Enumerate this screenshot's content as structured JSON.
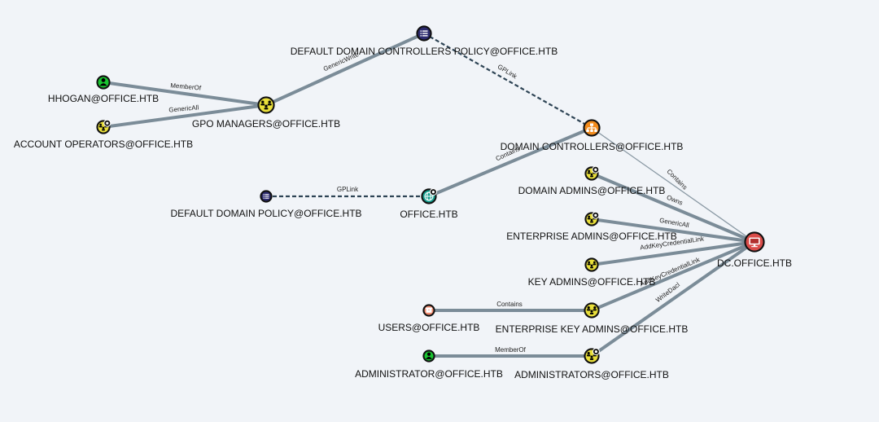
{
  "colors": {
    "background": "#f1f4f8",
    "user": "#18c52f",
    "group": "#e9df3a",
    "gpo": "#2c2a6e",
    "ou": "#139e8e",
    "computer": "#e8716e",
    "container": "#f28b6f",
    "edge": "#7b8c98",
    "dashed_edge": "#2e4455"
  },
  "nodes": [
    {
      "id": "hhogan",
      "label": "HHOGAN@OFFICE.HTB",
      "kind": "user",
      "icon": "user-icon",
      "badge": false
    },
    {
      "id": "account_operators",
      "label": "ACCOUNT OPERATORS@OFFICE.HTB",
      "kind": "group",
      "icon": "group-icon",
      "badge": true
    },
    {
      "id": "gpo_managers",
      "label": "GPO MANAGERS@OFFICE.HTB",
      "kind": "group",
      "icon": "group-icon",
      "badge": false
    },
    {
      "id": "ddc_policy",
      "label": "DEFAULT DOMAIN CONTROLLERS POLICY@OFFICE.HTB",
      "kind": "gpo",
      "icon": "gpo-list-icon",
      "badge": false
    },
    {
      "id": "domain_controllers",
      "label": "DOMAIN CONTROLLERS@OFFICE.HTB",
      "kind": "ou",
      "icon": "ou-sitemap-icon",
      "badge": false
    },
    {
      "id": "dd_policy",
      "label": "DEFAULT DOMAIN POLICY@OFFICE.HTB",
      "kind": "gpo",
      "icon": "gpo-list-icon",
      "badge": false
    },
    {
      "id": "office_htb",
      "label": "OFFICE.HTB",
      "kind": "domain",
      "icon": "globe-icon",
      "badge": true
    },
    {
      "id": "domain_admins",
      "label": "DOMAIN ADMINS@OFFICE.HTB",
      "kind": "group",
      "icon": "group-icon",
      "badge": true
    },
    {
      "id": "enterprise_admins",
      "label": "ENTERPRISE ADMINS@OFFICE.HTB",
      "kind": "group",
      "icon": "group-icon",
      "badge": true
    },
    {
      "id": "key_admins",
      "label": "KEY ADMINS@OFFICE.HTB",
      "kind": "group",
      "icon": "group-icon",
      "badge": false
    },
    {
      "id": "users",
      "label": "USERS@OFFICE.HTB",
      "kind": "container",
      "icon": "container-box-icon",
      "badge": false
    },
    {
      "id": "enterprise_key_admins",
      "label": "ENTERPRISE KEY ADMINS@OFFICE.HTB",
      "kind": "group",
      "icon": "group-icon",
      "badge": false
    },
    {
      "id": "administrator",
      "label": "ADMINISTRATOR@OFFICE.HTB",
      "kind": "user",
      "icon": "user-icon",
      "badge": false
    },
    {
      "id": "administrators",
      "label": "ADMINISTRATORS@OFFICE.HTB",
      "kind": "group",
      "icon": "group-icon",
      "badge": true
    },
    {
      "id": "dc_office",
      "label": "DC.OFFICE.HTB",
      "kind": "computer",
      "icon": "computer-monitor-icon",
      "badge": false
    }
  ],
  "edges": [
    {
      "from": "hhogan",
      "to": "gpo_managers",
      "label": "MemberOf",
      "style": "thick"
    },
    {
      "from": "account_operators",
      "to": "gpo_managers",
      "label": "GenericAll",
      "style": "thick"
    },
    {
      "from": "gpo_managers",
      "to": "ddc_policy",
      "label": "GenericWrite",
      "style": "thick"
    },
    {
      "from": "ddc_policy",
      "to": "domain_controllers",
      "label": "GPLink",
      "style": "dashed"
    },
    {
      "from": "dd_policy",
      "to": "office_htb",
      "label": "GPLink",
      "style": "dashed"
    },
    {
      "from": "office_htb",
      "to": "domain_controllers",
      "label": "Contains",
      "style": "thick"
    },
    {
      "from": "domain_controllers",
      "to": "dc_office",
      "label": "Contains",
      "style": "thin"
    },
    {
      "from": "domain_admins",
      "to": "dc_office",
      "label": "Owns",
      "style": "thick"
    },
    {
      "from": "enterprise_admins",
      "to": "dc_office",
      "label": "GenericAll",
      "style": "thick"
    },
    {
      "from": "key_admins",
      "to": "dc_office",
      "label": "AddKeyCredentialLink",
      "style": "thick"
    },
    {
      "from": "enterprise_key_admins",
      "to": "dc_office",
      "label": "AddKeyCredentialLink",
      "style": "thick"
    },
    {
      "from": "users",
      "to": "enterprise_key_admins",
      "label": "Contains",
      "style": "thick"
    },
    {
      "from": "administrators",
      "to": "dc_office",
      "label": "WriteDacl",
      "style": "thick"
    },
    {
      "from": "administrator",
      "to": "administrators",
      "label": "MemberOf",
      "style": "thick"
    }
  ]
}
